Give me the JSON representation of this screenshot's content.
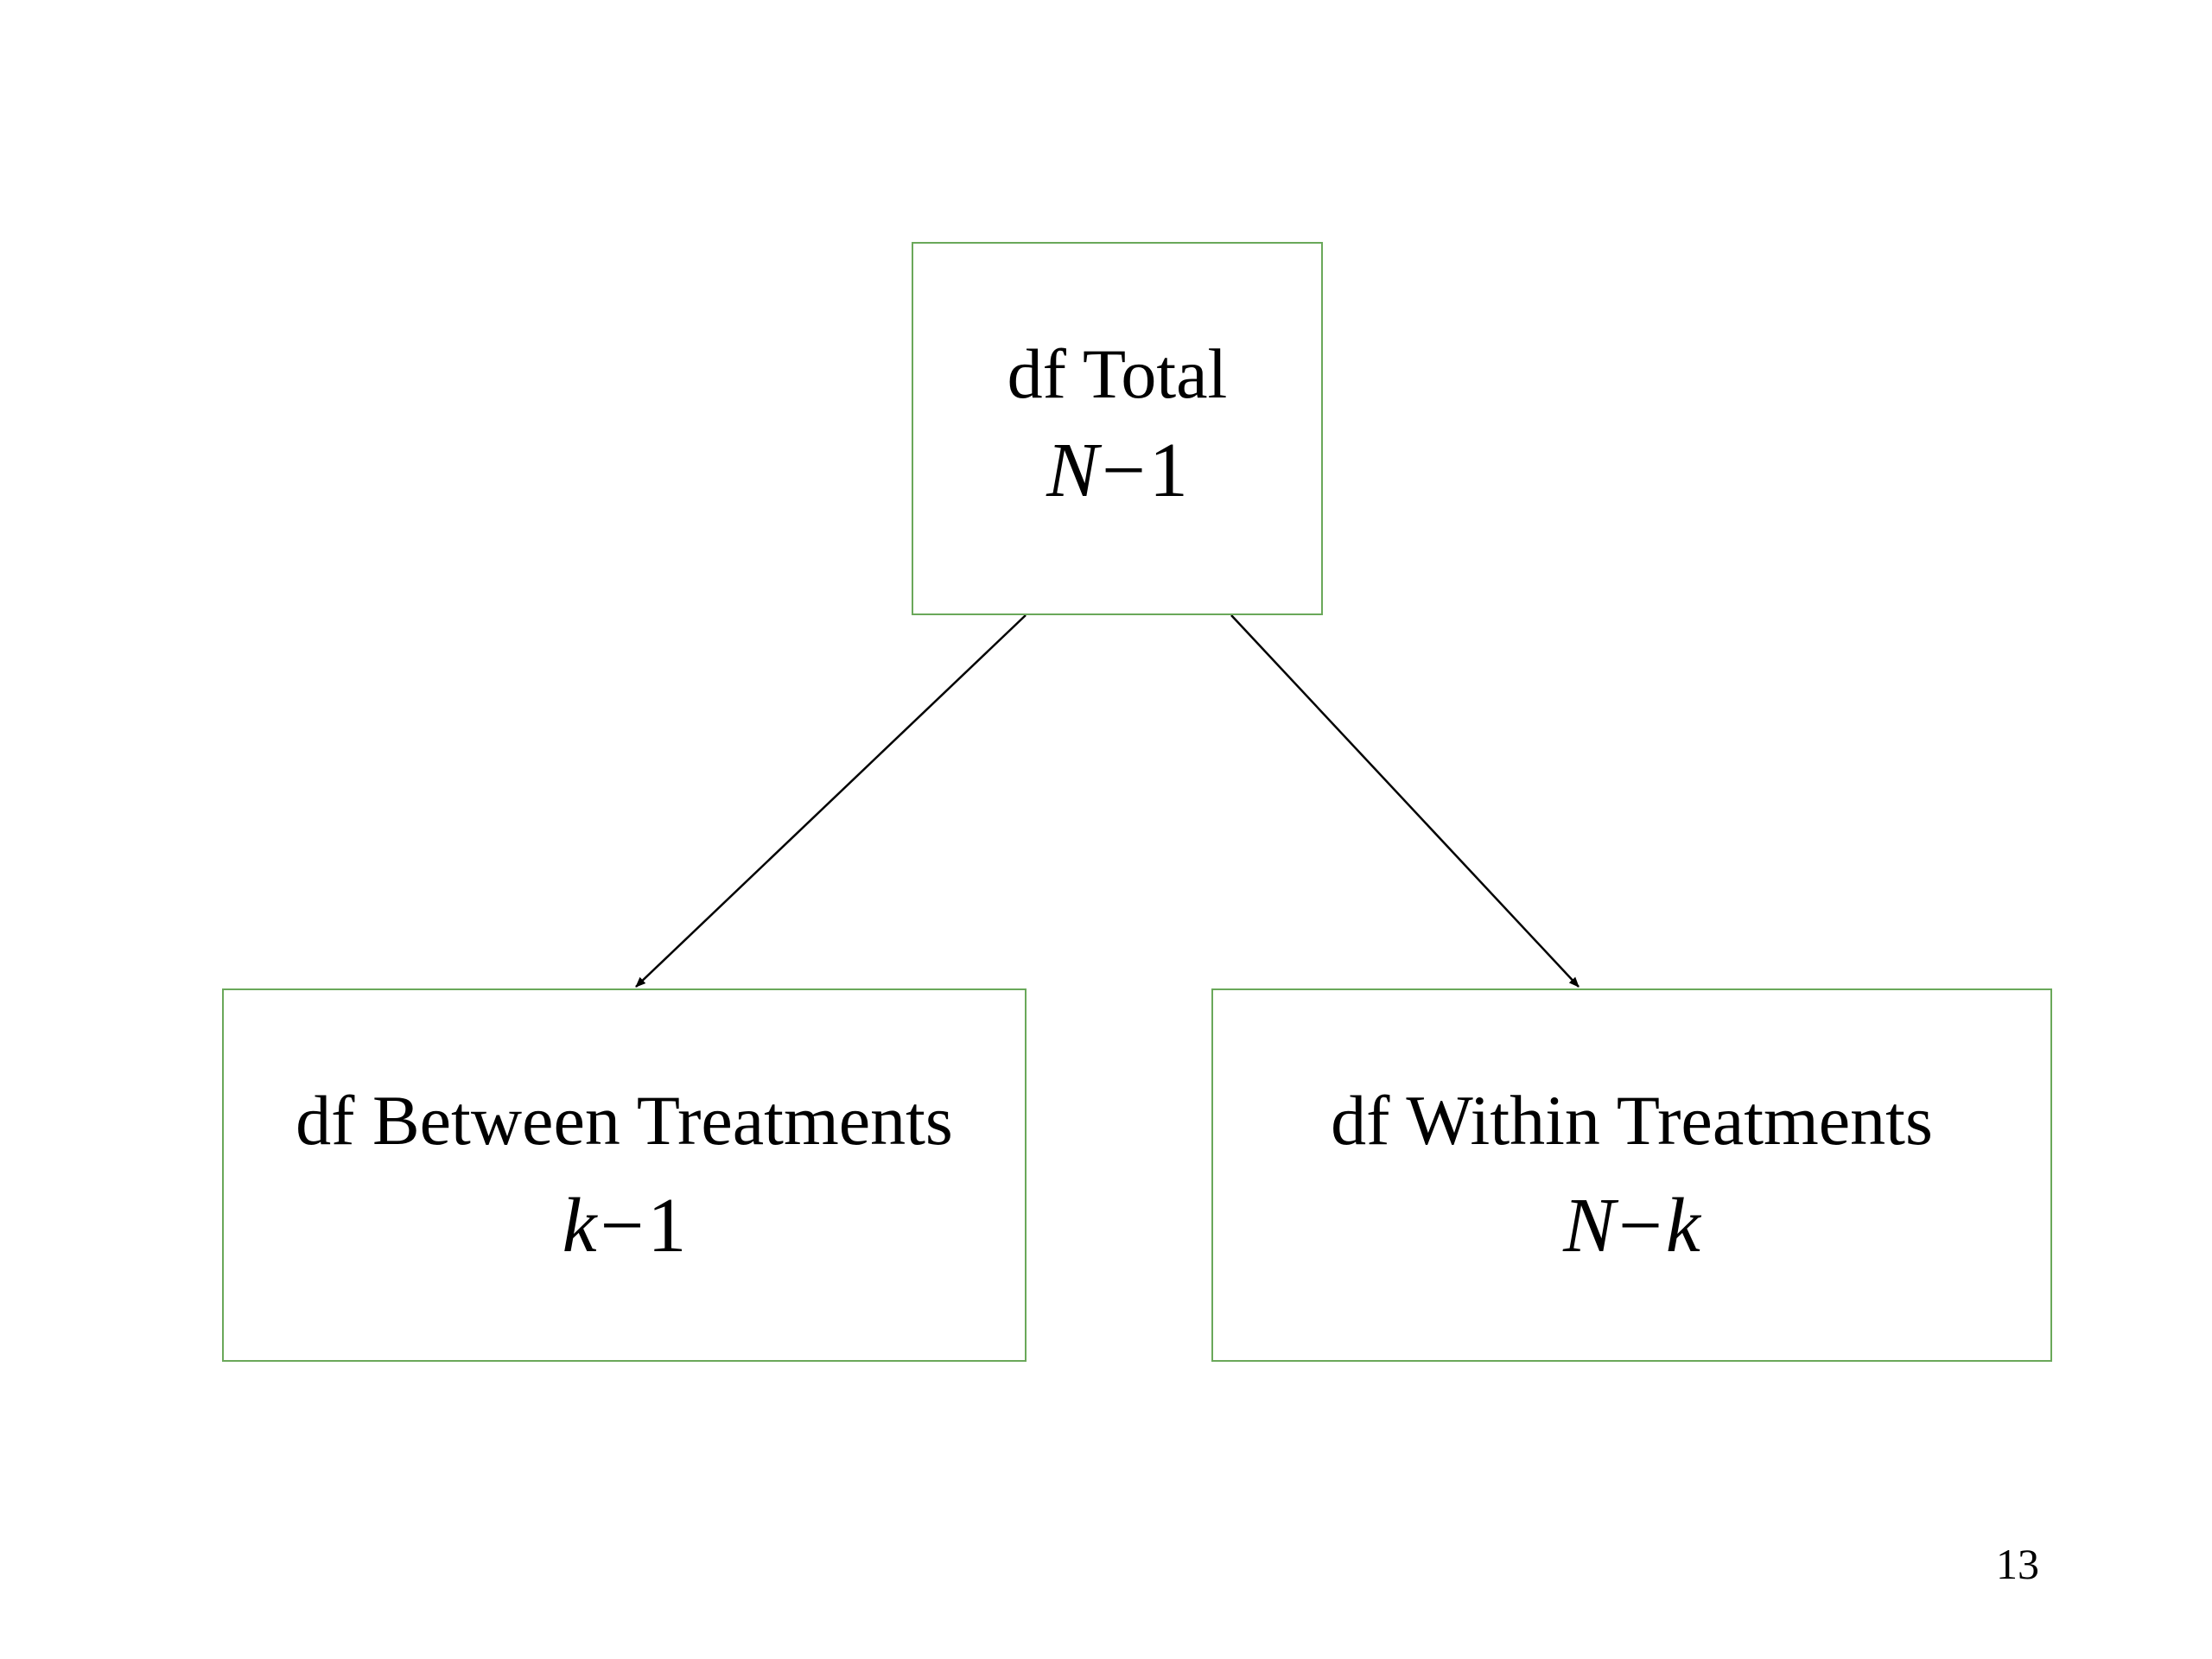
{
  "diagram": {
    "nodes": {
      "total": {
        "label": "df Total",
        "formula": {
          "a": "N",
          "op": "−",
          "b": "1"
        }
      },
      "between": {
        "label": "df Between Treatments",
        "formula": {
          "a": "k",
          "op": "−",
          "b": "1"
        }
      },
      "within": {
        "label": "df Within Treatments",
        "formula": {
          "a": "N",
          "op": "−",
          "b": "k"
        }
      }
    },
    "edges": [
      {
        "from": "total",
        "to": "between"
      },
      {
        "from": "total",
        "to": "within"
      }
    ],
    "colors": {
      "box_border": "#6aa85a",
      "arrow": "#000000"
    }
  },
  "page_number": "13"
}
